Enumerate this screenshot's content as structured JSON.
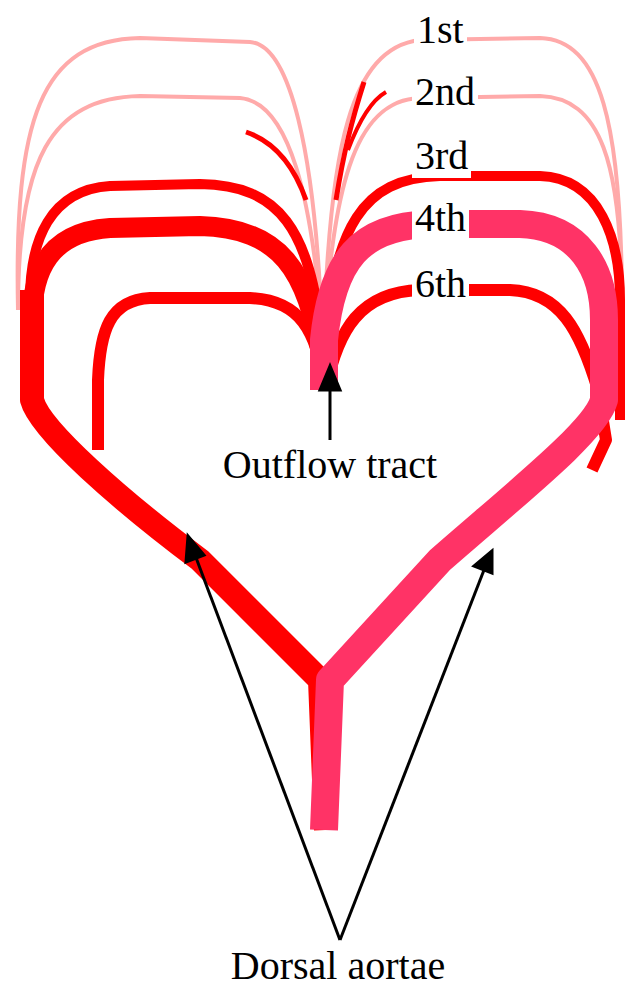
{
  "diagram": {
    "labels": [
      "1st",
      "2nd",
      "3rd",
      "4th",
      "6th",
      "Outflow tract",
      "Dorsal aortae"
    ]
  }
}
